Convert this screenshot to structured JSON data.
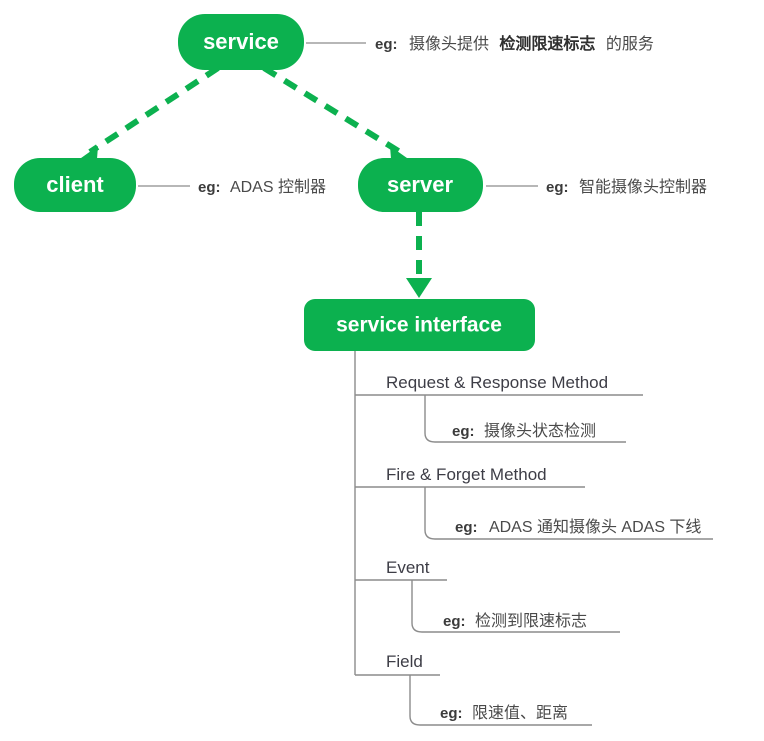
{
  "diagram": {
    "title": "SOME/IP service architecture mind map",
    "accent_color": "#0cb14f",
    "line_color": "#8c8c8c",
    "text_color": "#3d3d46"
  },
  "nodes": {
    "service": {
      "label": "service"
    },
    "client": {
      "label": "client"
    },
    "server": {
      "label": "server"
    },
    "service_interface": {
      "label": "service interface"
    }
  },
  "annotations": {
    "service": {
      "prefix": "eg:",
      "part1": "摄像头提供",
      "emphasis": "检测限速标志",
      "part2": "的服务"
    },
    "client": {
      "prefix": "eg:",
      "text": "ADAS 控制器"
    },
    "server": {
      "prefix": "eg:",
      "text": "智能摄像头控制器"
    }
  },
  "tree": {
    "branches": [
      {
        "label": "Request & Response Method",
        "example_prefix": "eg:",
        "example_text": "摄像头状态检测"
      },
      {
        "label": "Fire & Forget Method",
        "example_prefix": "eg:",
        "example_text": "ADAS 通知摄像头 ADAS 下线"
      },
      {
        "label": "Event",
        "example_prefix": "eg:",
        "example_text": "检测到限速标志"
      },
      {
        "label": "Field",
        "example_prefix": "eg:",
        "example_text": "限速值、距离"
      }
    ]
  }
}
